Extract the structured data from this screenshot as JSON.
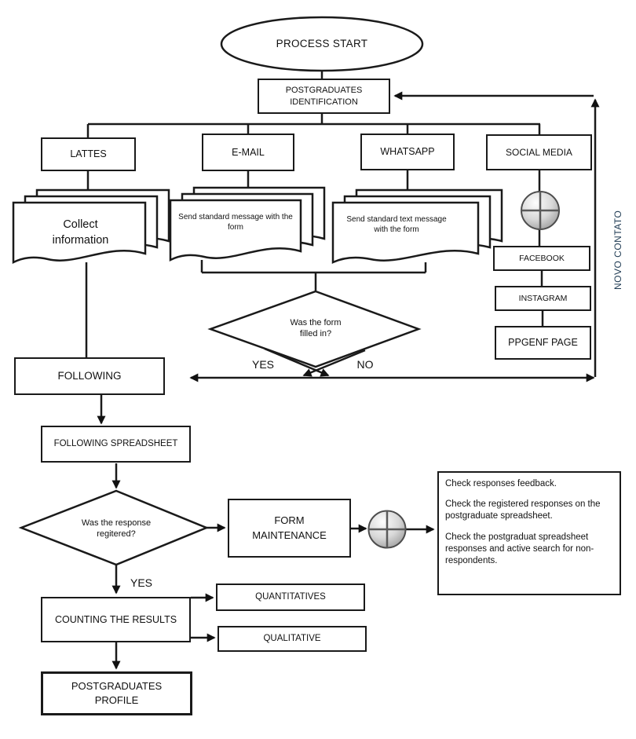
{
  "nodes": {
    "process_start": "PROCESS START",
    "postgraduates_identification": "POSTGRADUATES IDENTIFICATION",
    "lattes": "LATTES",
    "email": "E-MAIL",
    "whatsapp": "WHATSAPP",
    "social_media": "SOCIAL MEDIA",
    "collect_information": "Collect information",
    "send_standard_message": "Send standard message with the form",
    "send_standard_text": "Send standard text message with the form",
    "facebook": "FACEBOOK",
    "instagram": "INSTAGRAM",
    "ppgenf_page": "PPGENF PAGE",
    "form_filled_question": "Was the form filled in?",
    "following": "FOLLOWING",
    "following_spreadsheet": "FOLLOWING SPREADSHEET",
    "response_registered_question": "Was the response regitered?",
    "form_maintenance": "FORM MAINTENANCE",
    "counting_results": "COUNTING THE RESULTS",
    "quantitatives": "QUANTITATIVES",
    "qualitative": "QUALITATIVE",
    "postgraduates_profile": "POSTGRADUATES PROFILE"
  },
  "labels": {
    "yes_form": "YES",
    "no_form": "NO",
    "yes_response": "YES",
    "novo_contato": "NOVO CONTATO"
  },
  "notes": {
    "check_list": [
      "Check responses feedback.",
      "Check the registered responses on the postgraduate spreadsheet.",
      "Check the postgraduat spreadsheet responses and active search for non-respondents."
    ]
  },
  "colors": {
    "stroke": "#1a1a1a",
    "novo_contato": "#1f3b53"
  }
}
